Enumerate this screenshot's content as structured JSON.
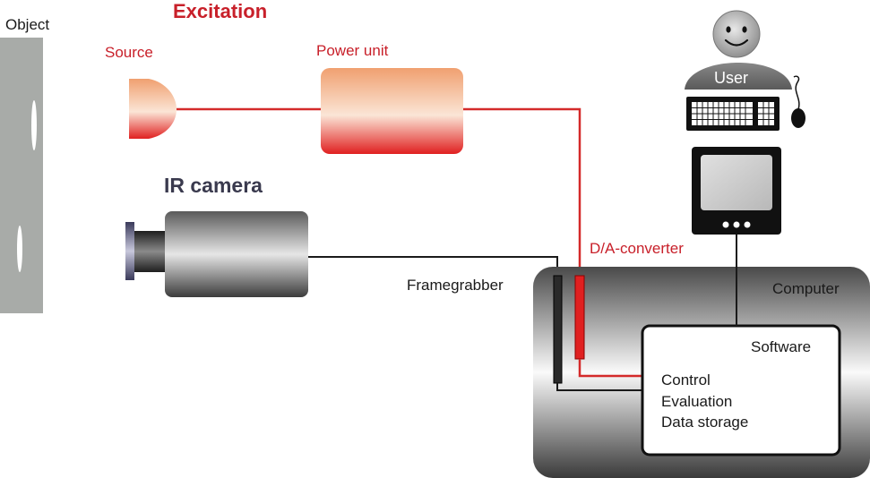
{
  "labels": {
    "object": "Object",
    "excitation": "Excitation",
    "source": "Source",
    "power_unit": "Power unit",
    "ir_camera": "IR camera",
    "user": "User",
    "da_converter": "D/A-converter",
    "framegrabber": "Framegrabber",
    "computer": "Computer",
    "software": "Software",
    "software_items": [
      "Control",
      "Evaluation",
      "Data storage"
    ]
  },
  "colors": {
    "excitation_red": "#c8202a",
    "signal_black": "#1a1a1a",
    "source_orange": "#f0a070",
    "object_gray": "#a8aba8"
  },
  "icons": {
    "user": "user-face-icon",
    "keyboard": "keyboard-icon",
    "mouse": "mouse-icon",
    "monitor": "monitor-icon"
  }
}
